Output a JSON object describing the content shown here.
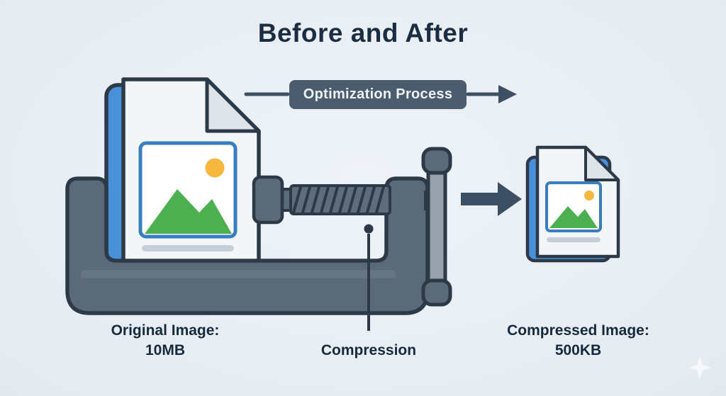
{
  "title": "Before and After",
  "process_arrow": {
    "label": "Optimization Process"
  },
  "before": {
    "line1": "Original Image:",
    "line2": "10MB"
  },
  "compression": {
    "label": "Compression"
  },
  "after": {
    "line1": "Compressed Image:",
    "line2": "500KB"
  },
  "icons": {
    "original_file": "image-file-icon",
    "clamp": "c-clamp-icon",
    "screw": "clamp-screw-icon",
    "handle": "clamp-handle-icon",
    "transfer_arrow": "right-arrow-icon",
    "compressed_file": "compressed-image-file-icon",
    "sun": "sun-icon",
    "mountains": "mountains-icon",
    "sparkle": "sparkle-icon"
  },
  "colors": {
    "background": "#e9eff3",
    "text": "#1b2d42",
    "badge_bg": "#4a5c6e",
    "badge_text": "#eef3f6",
    "arrow": "#3d4f63",
    "clamp_body": "#5b6a79",
    "outline": "#2c3947",
    "file_blue": "#4a90d9",
    "file_paper": "#f3f6f8",
    "fold": "#dde5eb",
    "thumbnail_border": "#3a7ec2",
    "sun": "#f5b73d",
    "mountain": "#4caf50",
    "gray_line": "#c6cfd8"
  }
}
